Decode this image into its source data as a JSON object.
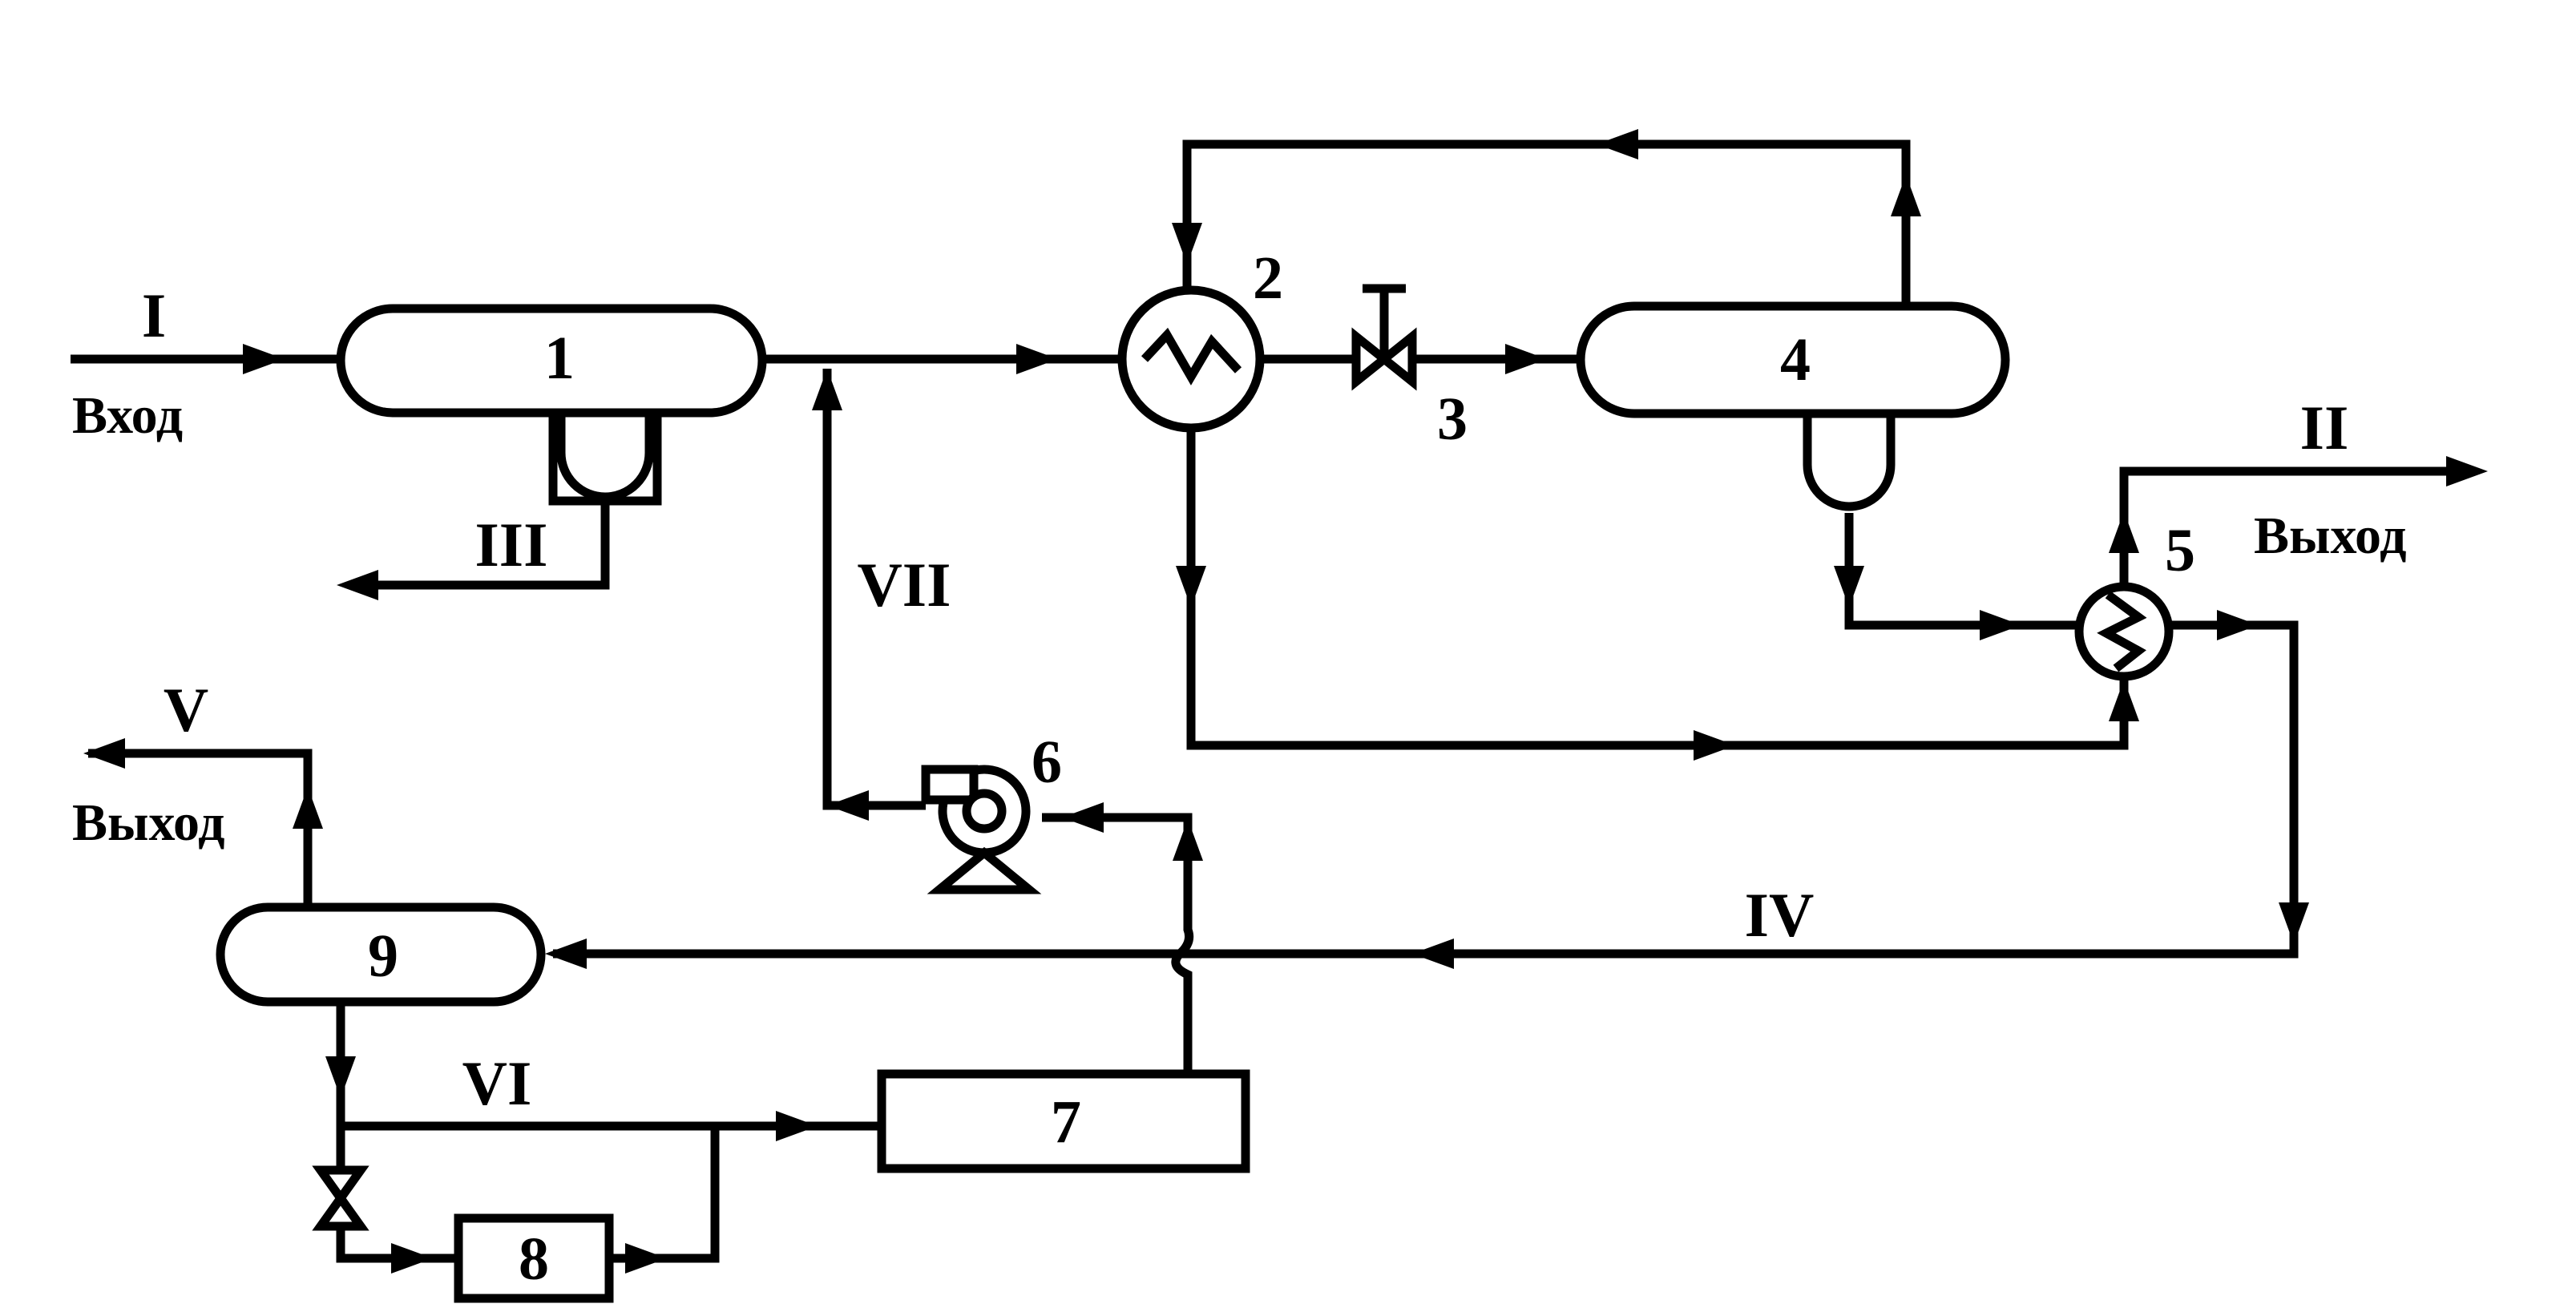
{
  "streams": {
    "I": "I",
    "II": "II",
    "III": "III",
    "IV": "IV",
    "V": "V",
    "VI": "VI",
    "VII": "VII",
    "inlet_word": "Вход",
    "outlet_word_II": "Выход",
    "outlet_word_V": "Выход"
  },
  "equipment": {
    "1": "1",
    "2": "2",
    "3": "3",
    "4": "4",
    "5": "5",
    "6": "6",
    "7": "7",
    "8": "8",
    "9": "9"
  },
  "colors": {
    "line": "#000000",
    "background": "#ffffff"
  }
}
